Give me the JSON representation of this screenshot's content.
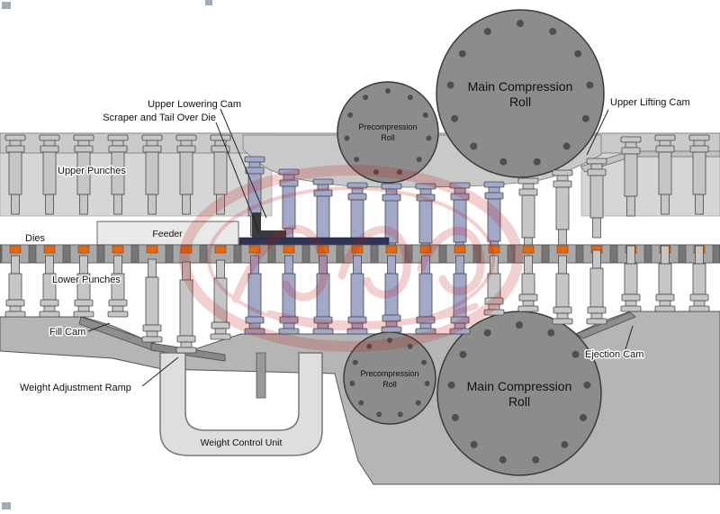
{
  "labels": {
    "upper_lowering_cam": "Upper Lowering Cam",
    "scraper_tail_over_die": "Scraper and Tail Over Die",
    "upper_punches": "Upper Punches",
    "feeder": "Feeder",
    "dies": "Dies",
    "lower_punches": "Lower Punches",
    "fill_cam": "Fill Cam",
    "weight_adjustment_ramp": "Weight Adjustment Ramp",
    "weight_control_unit": "Weight Control Unit",
    "upper_lifting_cam": "Upper Lifting Cam",
    "ejection_cam": "Ejection Cam"
  },
  "rolls": {
    "main_compression": {
      "line1": "Main Compression",
      "line2": "Roll"
    },
    "precompression": {
      "line1": "Precompression",
      "line2": "Roll"
    }
  },
  "colors": {
    "accent_orange": "#e2690f",
    "punch_blue": "#a2a8c8",
    "punch_gray": "#c6c6c6",
    "roll_gray": "#8c8c8c",
    "rail_gray": "#c9c9c9",
    "panel_gray": "#d6d6d6",
    "mass_gray": "#b5b5b5",
    "die_band": "#767676",
    "die_block": "#a8a8a8",
    "powder_navy": "#2f3356",
    "watermark_red": "#c01818",
    "outline": "#4a4a4a"
  }
}
